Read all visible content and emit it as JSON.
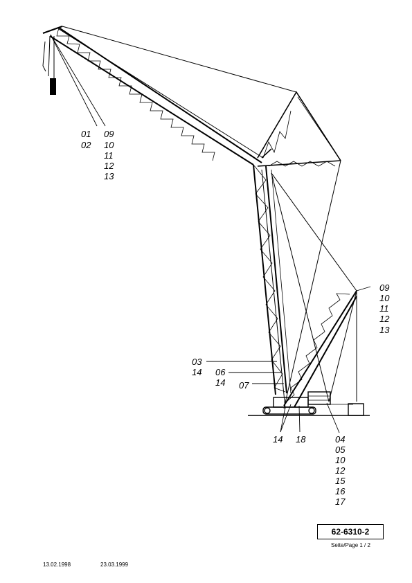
{
  "reference": "62-6310-2",
  "page_note": "Seite/Page 1 / 2",
  "dates": [
    "13.02.1998",
    "23.03.1999"
  ],
  "callouts": {
    "hook_left": [
      "01",
      "02"
    ],
    "hook_right": [
      "09",
      "10",
      "11",
      "12",
      "13"
    ],
    "tip_right": [
      "09",
      "10",
      "11",
      "12",
      "13"
    ],
    "mast_a": [
      "03",
      "14"
    ],
    "mast_b": [
      "06",
      "14"
    ],
    "mast_c": "07",
    "base_a": "14",
    "base_b": "18",
    "base_c": [
      "04",
      "05",
      "10",
      "12",
      "15",
      "16",
      "17"
    ]
  }
}
